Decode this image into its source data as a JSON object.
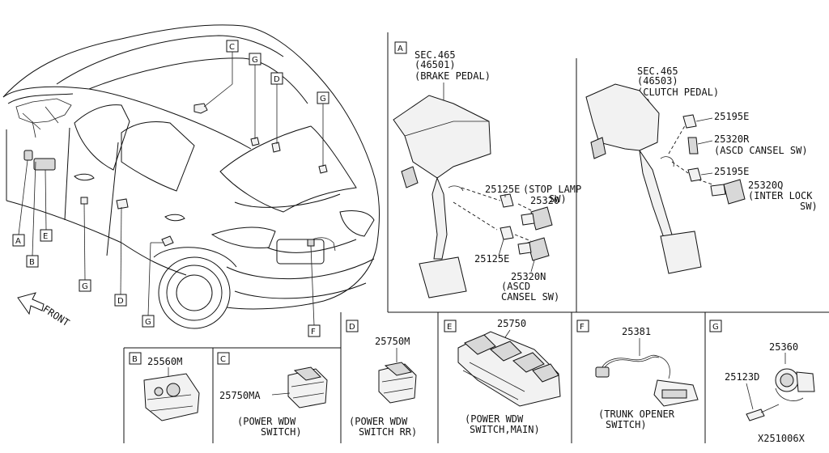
{
  "main_view": {
    "front_label": "FRONT",
    "callouts": [
      "A",
      "B",
      "E",
      "G",
      "D",
      "G",
      "C",
      "G",
      "D",
      "G",
      "F"
    ]
  },
  "section_a": {
    "letter": "A",
    "sec_ref": "SEC.465",
    "sec_code": "(46501)",
    "sec_name": "(BRAKE PEDAL)",
    "part1_no": "25125E",
    "part2_no": "25320",
    "part2_name_1": "(STOP LAMP",
    "part2_name_2": "SW)",
    "part3_no": "25125E",
    "part4_no": "25320N",
    "part4_name_1": "(ASCD",
    "part4_name_2": "CANSEL SW)"
  },
  "section_clutch": {
    "sec_ref": "SEC.465",
    "sec_code": "(46503)",
    "sec_name": "(CLUTCH PEDAL)",
    "part1_no": "25195E",
    "part2_no": "25320R",
    "part2_name": "(ASCD CANSEL SW)",
    "part3_no": "25195E",
    "part4_no": "25320Q",
    "part4_name_1": "(INTER LOCK",
    "part4_name_2": "SW)"
  },
  "section_b": {
    "letter": "B",
    "part_no": "25560M"
  },
  "section_c": {
    "letter": "C",
    "part_no": "25750MA",
    "name_1": "(POWER WDW",
    "name_2": "SWITCH)"
  },
  "section_d": {
    "letter": "D",
    "part_no": "25750M",
    "name_1": "(POWER WDW",
    "name_2": "SWITCH RR)"
  },
  "section_e": {
    "letter": "E",
    "part_no": "25750",
    "name_1": "(POWER WDW",
    "name_2": "SWITCH,MAIN)"
  },
  "section_f": {
    "letter": "F",
    "part_no": "25381",
    "name_1": "(TRUNK OPENER",
    "name_2": "SWITCH)"
  },
  "section_g": {
    "letter": "G",
    "part1_no": "25360",
    "part2_no": "25123D"
  },
  "diagram_id": "X251006X"
}
